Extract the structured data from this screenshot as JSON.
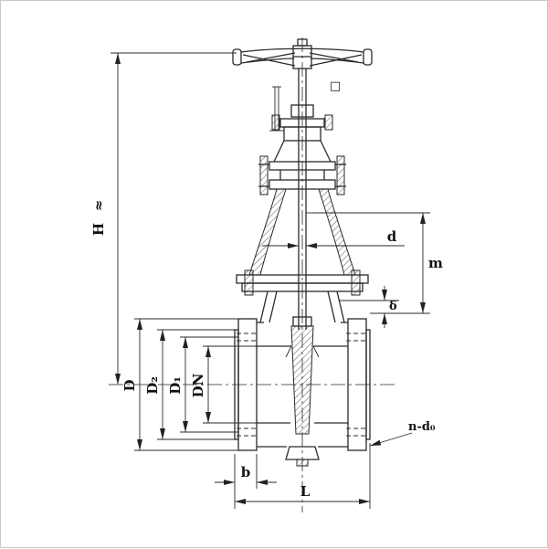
{
  "dims": {
    "approx": "≈",
    "H": "H",
    "D": "D",
    "D2": "D₂",
    "D1": "D₁",
    "DN": "DN",
    "d": "d",
    "m": "m",
    "delta": "δ",
    "n_d0": "n-d₀",
    "b": "b",
    "L": "L",
    "square": "□"
  }
}
